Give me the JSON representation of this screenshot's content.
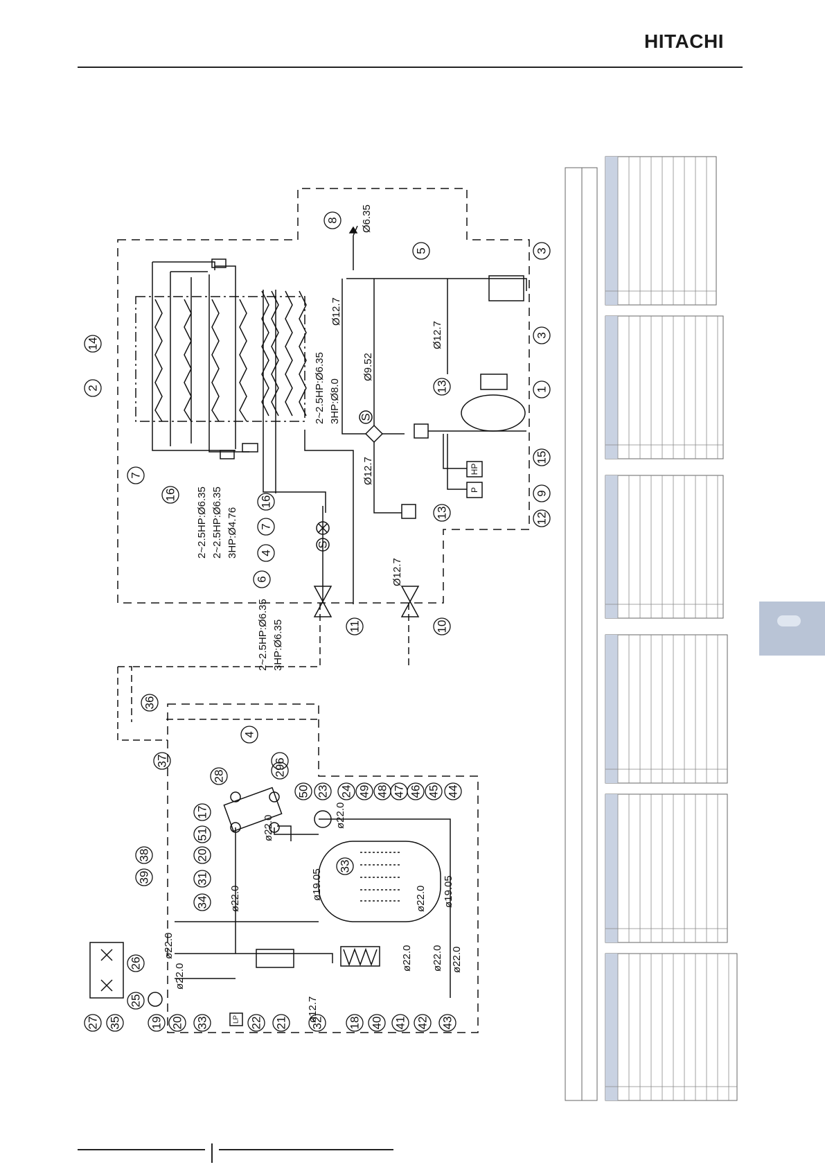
{
  "header": {
    "brand": "HITACHI"
  },
  "diagram": {
    "component_numbers": [
      "1",
      "2",
      "3",
      "3",
      "4",
      "4",
      "5",
      "6",
      "6",
      "7",
      "7",
      "8",
      "9",
      "10",
      "11",
      "12",
      "13",
      "13",
      "14",
      "15",
      "16",
      "16",
      "17",
      "18",
      "19",
      "20",
      "20",
      "21",
      "22",
      "23",
      "24",
      "25",
      "26",
      "27",
      "28",
      "29",
      "31",
      "32",
      "33",
      "33",
      "34",
      "35",
      "36",
      "37",
      "38",
      "39",
      "40",
      "41",
      "42",
      "43",
      "44",
      "45",
      "46",
      "47",
      "48",
      "49",
      "50",
      "51"
    ],
    "pipe_labels": {
      "d635_top": "Ø6.35",
      "d127_a": "Ø12.7",
      "d127_b": "Ø12.7",
      "d127_c": "Ø12.7",
      "d127_d": "Ø12.7",
      "d952": "Ø9.52",
      "hp25_635_a": "2~2.5HP:Ø6.35",
      "hp3_80": "3HP:Ø8.0",
      "hp25_635_b": "2~2.5HP:Ø6.35",
      "hp25_635_c": "2~2.5HP:Ø6.35",
      "hp3_476": "3HP:Ø4.76",
      "hp25_635_d": "2~2.5HP:Ø6.35",
      "hp3_635": "3HP:Ø6.35",
      "w22_a": "ø22.0",
      "w22_b": "ø22.0",
      "w22_c": "ø22.0",
      "w22_d": "ø22.0",
      "w22_e": "ø22.0",
      "w22_f": "ø22.0",
      "w22_g": "ø22.0",
      "w22_h": "ø22.0",
      "w1905_a": "ø19.05",
      "w1905_b": "ø19.05",
      "w127": "ø12.7",
      "w22_i": "ø22.0"
    },
    "symbols": {
      "s": "S",
      "hp": "HP",
      "p": "P",
      "lp": "LP"
    }
  }
}
